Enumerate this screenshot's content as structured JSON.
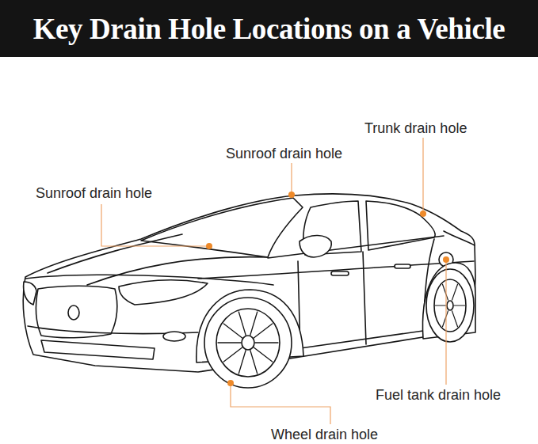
{
  "diagram": {
    "title": "Key Drain Hole Locations on a Vehicle",
    "labels": [
      "Trunk drain hole",
      "Sunroof drain hole",
      "Sunroof drain hole",
      "Fuel tank drain hole",
      "Wheel drain hole"
    ]
  }
}
